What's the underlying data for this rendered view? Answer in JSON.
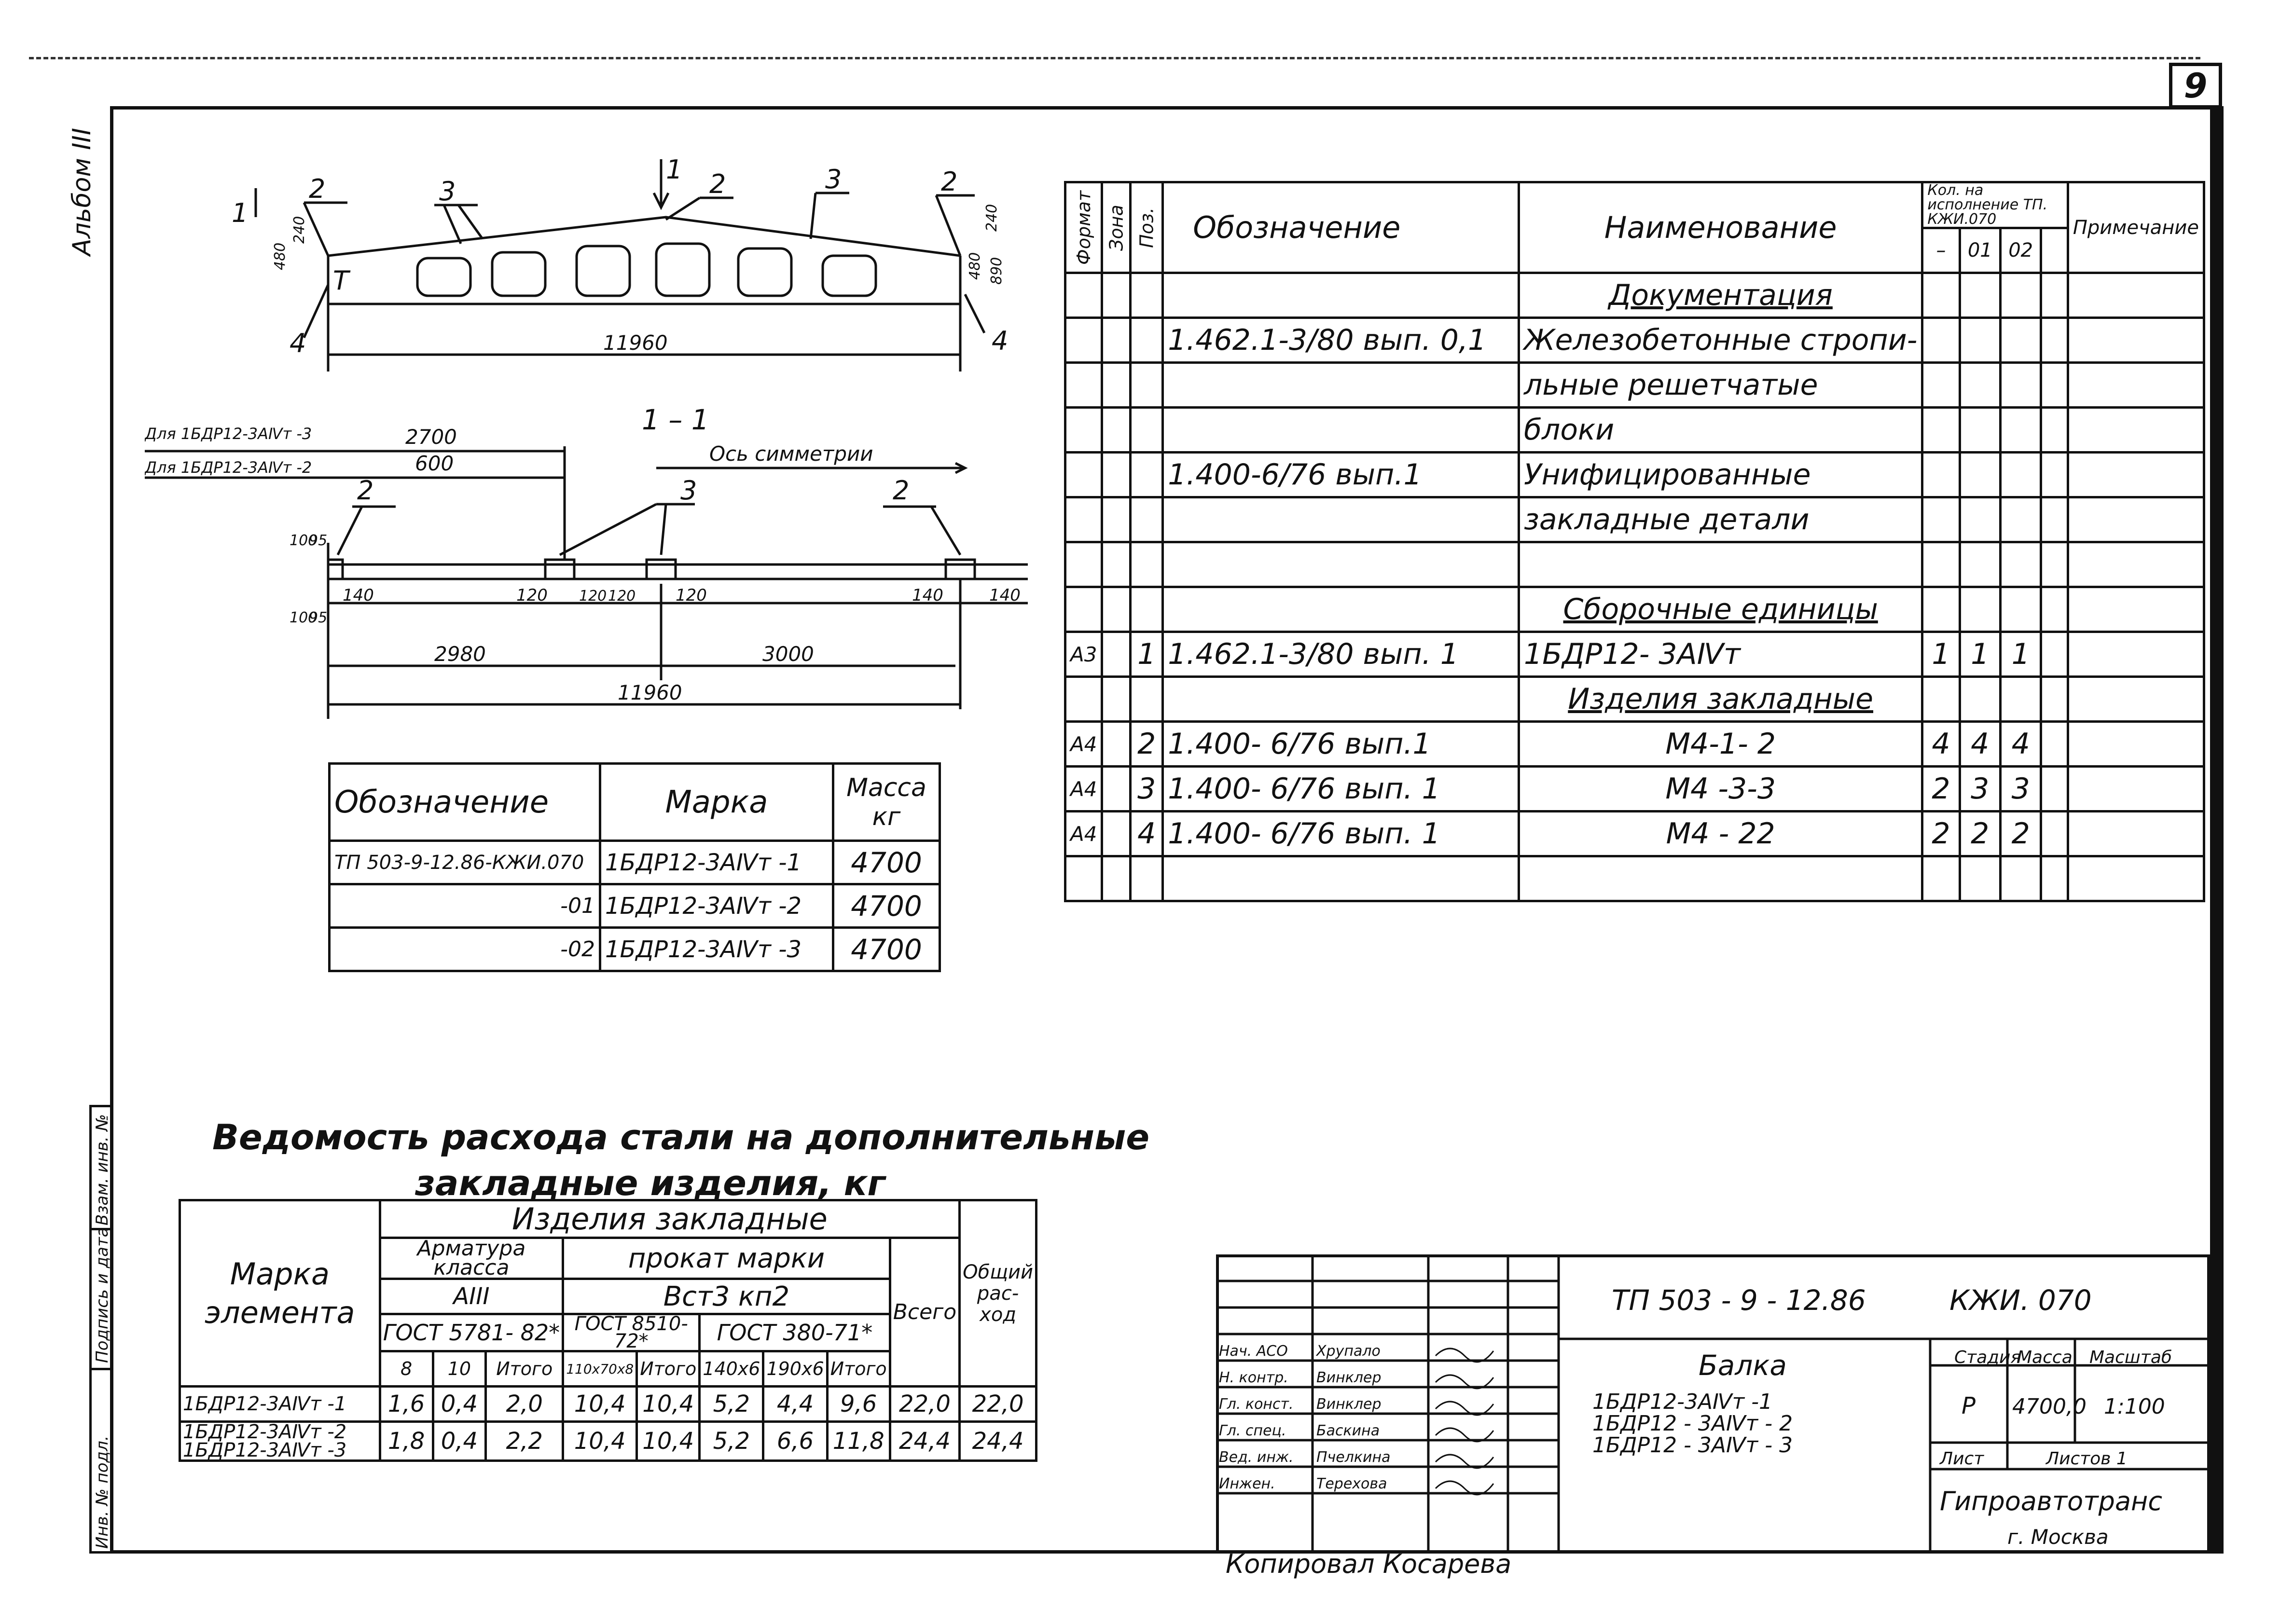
{
  "sheet": {
    "number": "9",
    "album": "Альбом III"
  },
  "margin": {
    "inv_sub": "Инв. № подл.",
    "sign_date": "Подпись и дата",
    "inv_in": "Взам. инв. №"
  },
  "drawing": {
    "callouts": [
      "1",
      "2",
      "3",
      "2",
      "1",
      "2",
      "3",
      "2",
      "4",
      "4",
      "Т"
    ],
    "dims_top": {
      "length": "11960",
      "h1": "480",
      "h2": "240",
      "h3": "240",
      "h4": "480",
      "h5": "890"
    },
    "section_title": "1 – 1",
    "axis_label": "Ось симметрии",
    "for3": "Для 1БДР12-3АⅣт -3",
    "for2": "Для 1БДР12-3АⅣт -2",
    "dim_2700": "2700",
    "dim_600": "600",
    "dims_small": [
      "100",
      "95",
      "100",
      "95",
      "140",
      "120",
      "120",
      "120",
      "120",
      "140",
      "140"
    ],
    "dim_2980": "2980",
    "dim_3000": "3000",
    "dim_total": "11960"
  },
  "marks_table": {
    "headers": [
      "Обозначение",
      "Марка",
      "Масса кг"
    ],
    "rows": [
      [
        "ТП 503-9-12.86-КЖИ.070",
        "1БДР12-3АⅣт -1",
        "4700"
      ],
      [
        "-01",
        "1БДР12-3АⅣт -2",
        "4700"
      ],
      [
        "-02",
        "1БДР12-3АⅣт -3",
        "4700"
      ]
    ]
  },
  "spec": {
    "headers": {
      "format": "Формат",
      "zone": "Зона",
      "pos": "Поз.",
      "designation": "Обозначение",
      "name": "Наименование",
      "qty": "Кол. на исполнение ТП. КЖИ.070",
      "qty_cols": [
        "–",
        "01",
        "02"
      ],
      "note": "Примечание"
    },
    "rows": [
      {
        "format": "",
        "pos": "",
        "designation": "",
        "name": "Документация",
        "section": true,
        "q": [
          "",
          "",
          ""
        ]
      },
      {
        "format": "",
        "pos": "",
        "designation": "1.462.1-3/80 вып. 0,1",
        "name": "Железобетонные стропи-",
        "q": [
          "",
          "",
          ""
        ]
      },
      {
        "format": "",
        "pos": "",
        "designation": "",
        "name": "льные решетчатые",
        "q": [
          "",
          "",
          ""
        ]
      },
      {
        "format": "",
        "pos": "",
        "designation": "",
        "name": "блоки",
        "q": [
          "",
          "",
          ""
        ]
      },
      {
        "format": "",
        "pos": "",
        "designation": "1.400-6/76 вып.1",
        "name": "Унифицированные",
        "q": [
          "",
          "",
          ""
        ]
      },
      {
        "format": "",
        "pos": "",
        "designation": "",
        "name": "закладные детали",
        "q": [
          "",
          "",
          ""
        ]
      },
      {
        "format": "",
        "pos": "",
        "designation": "",
        "name": "",
        "q": [
          "",
          "",
          ""
        ]
      },
      {
        "format": "",
        "pos": "",
        "designation": "",
        "name": "Сборочные единицы",
        "section": true,
        "q": [
          "",
          "",
          ""
        ]
      },
      {
        "format": "А3",
        "pos": "1",
        "designation": "1.462.1-3/80 вып. 1",
        "name": "1БДР12- 3АⅣт",
        "q": [
          "1",
          "1",
          "1"
        ]
      },
      {
        "format": "",
        "pos": "",
        "designation": "",
        "name": "Изделия закладные",
        "section": true,
        "q": [
          "",
          "",
          ""
        ]
      },
      {
        "format": "А4",
        "pos": "2",
        "designation": "1.400- 6/76 вып.1",
        "name": "М4-1- 2",
        "center": true,
        "q": [
          "4",
          "4",
          "4"
        ]
      },
      {
        "format": "А4",
        "pos": "3",
        "designation": "1.400- 6/76 вып. 1",
        "name": "М4 -3-3",
        "center": true,
        "q": [
          "2",
          "3",
          "3"
        ]
      },
      {
        "format": "А4",
        "pos": "4",
        "designation": "1.400- 6/76 вып. 1",
        "name": "М4 - 22",
        "center": true,
        "q": [
          "2",
          "2",
          "2"
        ]
      },
      {
        "format": "",
        "pos": "",
        "designation": "",
        "name": "",
        "q": [
          "",
          "",
          ""
        ]
      }
    ]
  },
  "steel": {
    "title_line1": "Ведомость расхода стали на дополнительные",
    "title_line2": "закладные изделия, кг",
    "h_mark": "Марка элемента",
    "h_items": "Изделия закладные",
    "h_rebar": "Арматура класса",
    "h_rebar_class": "АIII",
    "h_rebar_gost": "ГОСТ 5781- 82*",
    "h_rolled": "прокат марки",
    "h_rolled_grade": "Вст3 кп2",
    "h_gost1": "ГОСТ 8510-72*",
    "h_gost2": "ГОСТ 380-71*",
    "h_total": "Всего",
    "h_overall": "Общий рас- ход",
    "sub": [
      "8",
      "10",
      "Итого",
      "110х70х8",
      "Итого",
      "140х6",
      "190х6",
      "Итого"
    ],
    "rows": [
      {
        "mark": "1БДР12-3АⅣт -1",
        "vals": [
          "1,6",
          "0,4",
          "2,0",
          "10,4",
          "10,4",
          "5,2",
          "4,4",
          "9,6",
          "22,0",
          "22,0"
        ]
      },
      {
        "mark": "1БДР12-3АⅣт -2",
        "mark2": "1БДР12-3АⅣт -3",
        "vals": [
          "1,8",
          "0,4",
          "2,2",
          "10,4",
          "10,4",
          "5,2",
          "6,6",
          "11,8",
          "24,4",
          "24,4"
        ]
      }
    ]
  },
  "title_block": {
    "code": "ТП 503 - 9 - 12.86",
    "doc": "КЖИ. 070",
    "name": "Балка",
    "items": [
      "1БДР12-3АⅣт -1",
      "1БДР12 - 3АⅣт - 2",
      "1БДР12 - 3АⅣт - 3"
    ],
    "stage_h": "Стадия",
    "mass_h": "Масса",
    "scale_h": "Масштаб",
    "stage": "Р",
    "mass": "4700,0",
    "scale": "1:100",
    "sheet_h": "Лист",
    "sheets_h": "Листов 1",
    "org": "Гипроавтотранс",
    "city": "г. Москва",
    "people": [
      [
        "Нач. АСО",
        "Хрупало"
      ],
      [
        "Н. контр.",
        "Винклер"
      ],
      [
        "Гл. конст.",
        "Винклер"
      ],
      [
        "Гл. спец.",
        "Баскина"
      ],
      [
        "Вед. инж.",
        "Пчелкина"
      ],
      [
        "Инжен.",
        "Терехова"
      ]
    ],
    "copied": "Копировал   Косарева"
  }
}
